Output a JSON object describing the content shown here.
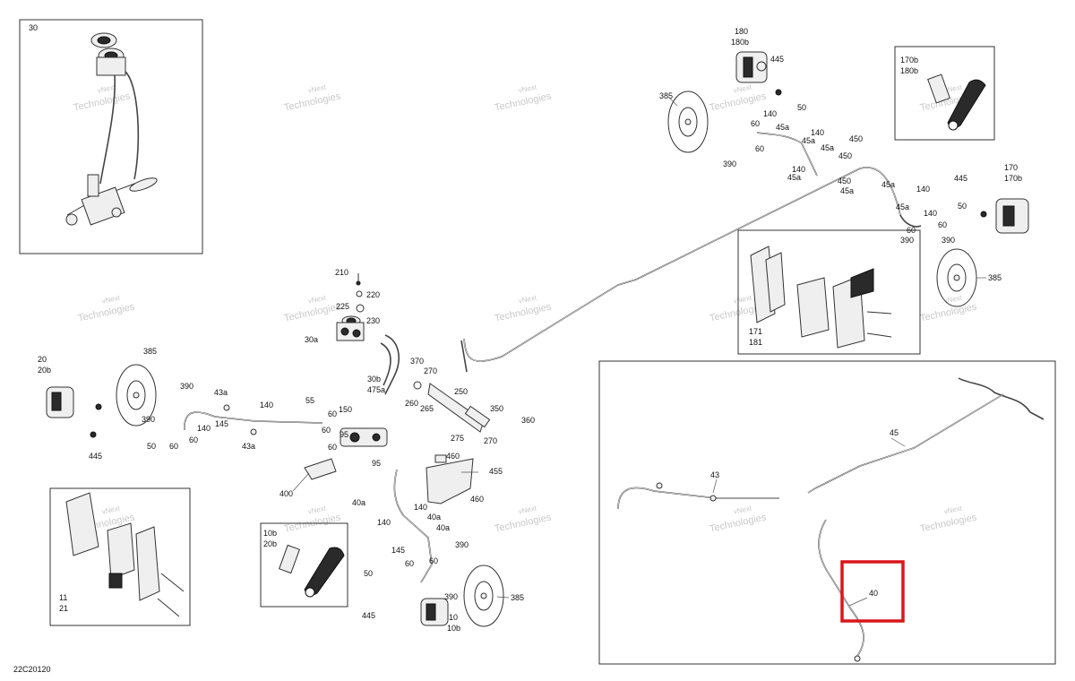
{
  "diagram_code": "22C20120",
  "watermark": {
    "line1": "vNext",
    "line2": "Technologies"
  },
  "labels": {
    "c30": "30",
    "c180": "180",
    "c180b": "180b",
    "c445a": "445",
    "c385a": "385",
    "c50a": "50",
    "c140a": "140",
    "c60a": "60",
    "c45a_1": "45a",
    "c140b": "140",
    "c45a_2": "45a",
    "c450a": "450",
    "c60b": "60",
    "c45a_3": "45a",
    "c450b": "450",
    "c390a": "390",
    "c140c": "140",
    "c45a_4": "45a",
    "c450c": "450",
    "c45a_5": "45a",
    "c45a_6": "45a",
    "c140d": "140",
    "c45a_7": "45a",
    "c140e": "140",
    "c60c": "60",
    "c60d": "60",
    "c390b": "390",
    "c390c": "390",
    "c170b_180b_1": "170b",
    "c170b_180b_2": "180b",
    "c445b": "445",
    "c50b": "50",
    "c170": "170",
    "c170b": "170b",
    "c385b": "385",
    "c171": "171",
    "c181": "181",
    "c210": "210",
    "c220": "220",
    "c225": "225",
    "c230": "230",
    "c30a": "30a",
    "c20": "20",
    "c20b": "20b",
    "c385c": "385",
    "c390d": "390",
    "c43a_1": "43a",
    "c140f": "140",
    "c390e": "390",
    "c145a": "145",
    "c140g": "140",
    "c60e": "60",
    "c50c": "50",
    "c60f": "60",
    "c445c": "445",
    "c43a_2": "43a",
    "c55": "55",
    "c60g": "60",
    "c150": "150",
    "c60h": "60",
    "c95a": "95",
    "c60i": "60",
    "c95b": "95",
    "c400": "400",
    "c30b": "30b",
    "c475a": "475a",
    "c370": "370",
    "c270a": "270",
    "c250": "250",
    "c260": "260",
    "c265": "265",
    "c350": "350",
    "c360": "360",
    "c275": "275",
    "c270b": "270",
    "c460a": "460",
    "c455": "455",
    "c460b": "460",
    "c40a_1": "40a",
    "c140h": "140",
    "c140i": "140",
    "c40a_2": "40a",
    "c40a_3": "40a",
    "c145b": "145",
    "c390f": "390",
    "c60j": "60",
    "c60k": "60",
    "c50d": "50",
    "c390g": "390",
    "c445d": "445",
    "c385d": "385",
    "c10": "10",
    "c10b": "10b",
    "c10b_20b_1": "10b",
    "c10b_20b_2": "20b",
    "c11": "11",
    "c21": "21",
    "c43": "43",
    "c45": "45",
    "c40": "40"
  },
  "highlight": {
    "label_ref": "40",
    "color": "#d9161c"
  },
  "colors": {
    "line": "#333333",
    "highlight": "#d9161c",
    "watermark": "#c9c9c9"
  }
}
